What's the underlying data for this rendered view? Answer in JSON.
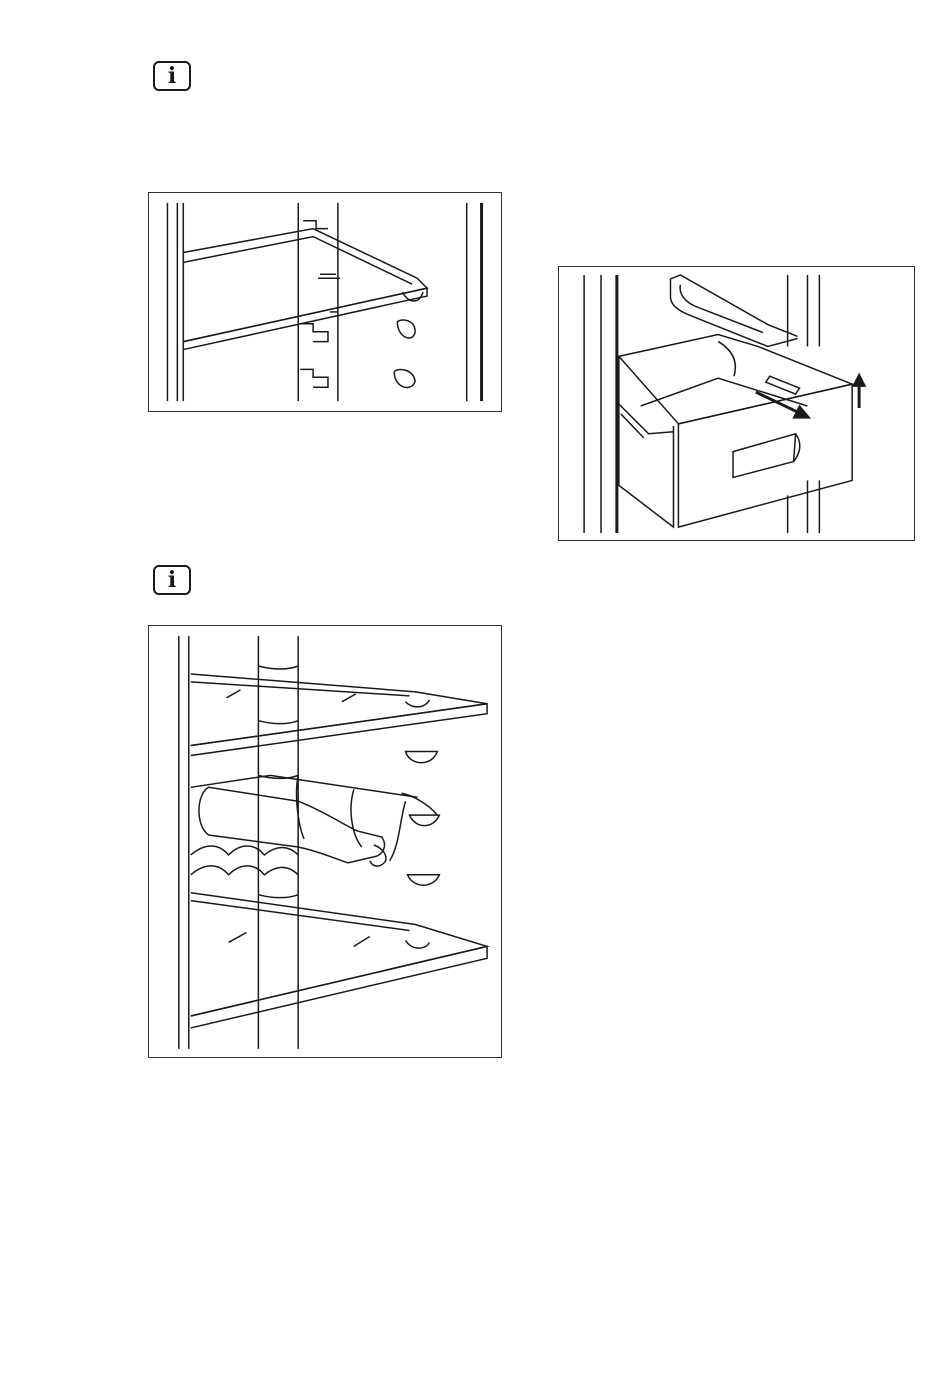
{
  "icons": {
    "info_1": {
      "icon": "info-icon",
      "glyph": "i"
    },
    "info_2": {
      "icon": "info-icon",
      "glyph": "i"
    }
  },
  "figures": [
    {
      "name": "shelf-positioning-illustration"
    },
    {
      "name": "drawer-removal-illustration"
    },
    {
      "name": "bottle-rack-illustration"
    }
  ]
}
